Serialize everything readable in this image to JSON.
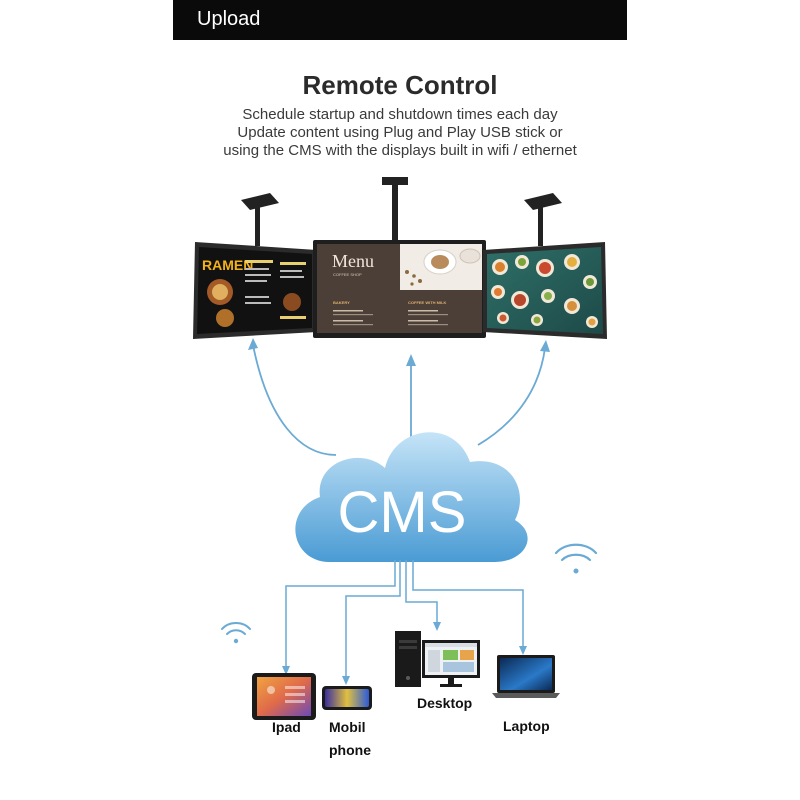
{
  "header": {
    "title": "Upload"
  },
  "hero": {
    "title": "Remote Control",
    "lines": [
      "Schedule startup and shutdown times each day",
      "Update content using Plug and Play USB stick or",
      "using the CMS with the displays built in wifi / ethernet"
    ]
  },
  "displays": {
    "left": {
      "headline": "RAMEN"
    },
    "center": {
      "title": "Menu",
      "subtitle": "COFFEE SHOP",
      "col1_header": "BAKERY",
      "col2_header": "COFFEE WITH MILK"
    }
  },
  "cloud": {
    "label": "CMS"
  },
  "devices": {
    "ipad": "Ipad",
    "mobile_line1": "Mobil",
    "mobile_line2": "phone",
    "desktop": "Desktop",
    "laptop": "Laptop"
  },
  "colors": {
    "accent": "#6aaad4",
    "cloud_top": "#bfe0f5",
    "cloud_bottom": "#4f9fd6",
    "header_bg": "#0a0a0a"
  }
}
